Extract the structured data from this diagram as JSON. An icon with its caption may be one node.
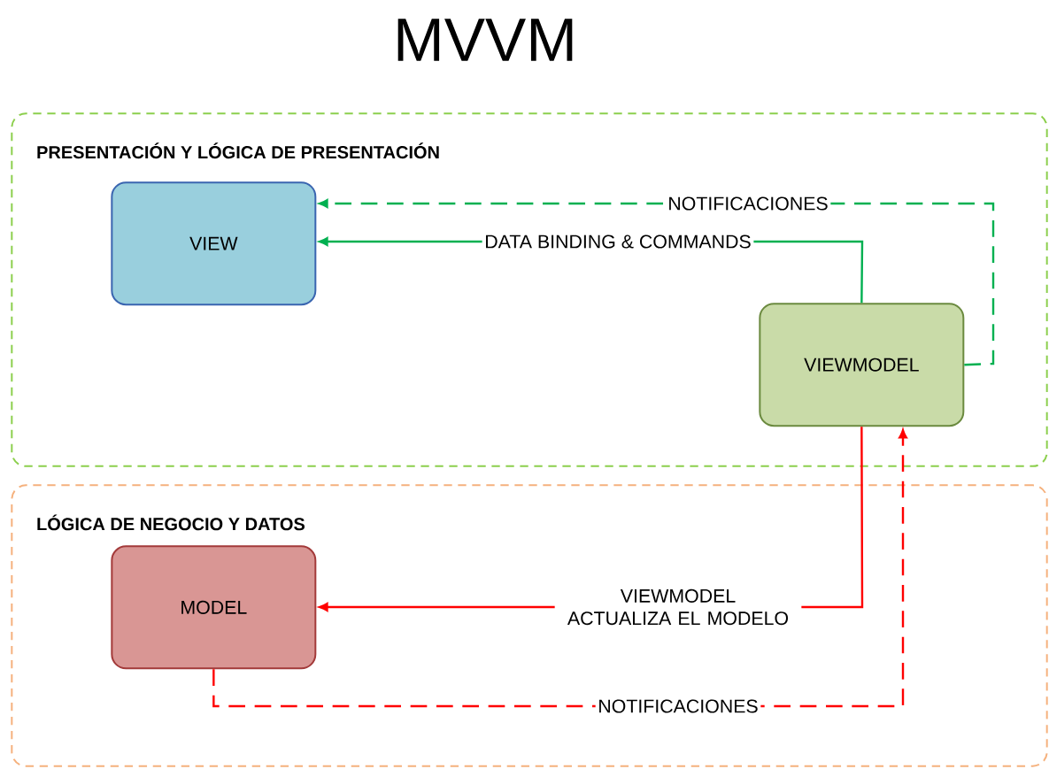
{
  "diagram": {
    "title": "MVVM",
    "nodes": [
      {
        "text": [
          "PRESENTACIÓN Y LÓGICA DE PRESENTACIÓN"
        ]
      },
      {
        "text": [
          "VIEW"
        ],
        "in": 0
      },
      {
        "text": [
          "VIEWMODEL"
        ],
        "in": 0
      },
      {
        "text": [
          "LÓGICA DE NEGOCIO Y DATOS"
        ]
      },
      {
        "text": [
          "MODEL"
        ],
        "in": 3
      }
    ],
    "edges": [
      {
        "from": 2,
        "to": 1,
        "arrow": "to",
        "label": "NOTIFICACIONES",
        "style": "dashed",
        "color": "#00b050"
      },
      {
        "from": 2,
        "to": 1,
        "arrow": "to",
        "label": "DATA BINDING & COMMANDS",
        "color": "#00b050"
      },
      {
        "from": 2,
        "to": 4,
        "arrow": "to",
        "label": "VIEWMODEL ACTUALIZA EL MODELO",
        "color": "#ff0000"
      },
      {
        "from": 4,
        "to": 2,
        "arrow": "to",
        "label": "NOTIFICACIONES",
        "style": "dashed",
        "color": "#ff0000"
      }
    ]
  }
}
